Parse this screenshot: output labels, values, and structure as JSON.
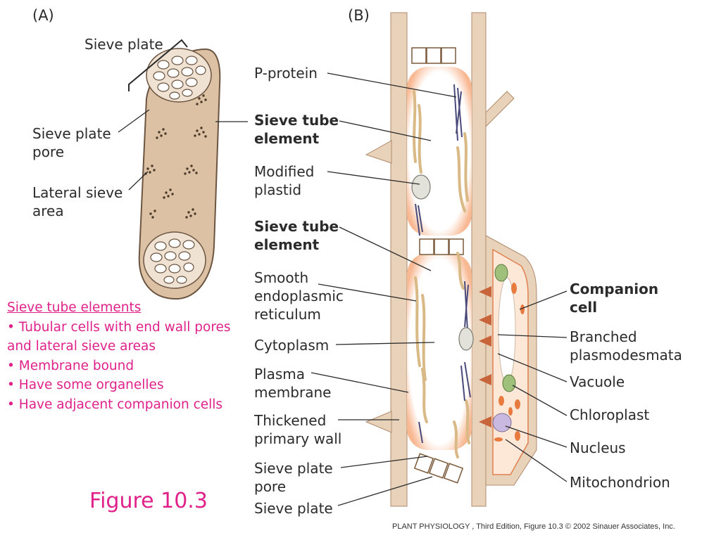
{
  "panel_a": {
    "tag": "(A)",
    "labels": {
      "sieve_plate": "Sieve plate",
      "sieve_plate_pore_1": "Sieve plate",
      "sieve_plate_pore_2": "pore",
      "lateral_sieve_area_1": "Lateral sieve",
      "lateral_sieve_area_2": "area"
    }
  },
  "panel_b": {
    "tag": "(B)",
    "left_labels": {
      "p_protein": "P-protein",
      "ste1_1": "Sieve tube",
      "ste1_2": "element",
      "plastid_1": "Modified",
      "plastid_2": "plastid",
      "ste2_1": "Sieve tube",
      "ste2_2": "element",
      "ser_1": "Smooth",
      "ser_2": "endoplasmic",
      "ser_3": "reticulum",
      "cytoplasm": "Cytoplasm",
      "plasma_1": "Plasma",
      "plasma_2": "membrane",
      "wall_1": "Thickened",
      "wall_2": "primary wall",
      "pore_1": "Sieve plate",
      "pore_2": "pore",
      "sieve_plate": "Sieve plate"
    },
    "right_labels": {
      "companion_1": "Companion",
      "companion_2": "cell",
      "branched_1": "Branched",
      "branched_2": "plasmodesmata",
      "vacuole": "Vacuole",
      "chloroplast": "Chloroplast",
      "nucleus": "Nucleus",
      "mitochondrion": "Mitochondrion"
    }
  },
  "notes": {
    "heading": "Sieve tube elements",
    "line1": "•   Tubular cells with end wall pores",
    "line1b": "and lateral sieve areas",
    "line2": "•   Membrane bound",
    "line3": "•   Have some organelles",
    "line4": "•   Have adjacent companion cells"
  },
  "figure_number": "Figure 10.3",
  "credit": "PLANT PHYSIOLOGY , Third Edition, Figure 10.3  © 2002 Sinauer Associates, Inc.",
  "colors": {
    "wall": "#e9d2ba",
    "wall_stroke": "#b08a6a",
    "orange_glow": "#f6b08a",
    "magenta_text": "#e0218a",
    "p_protein": "#4a4a7a",
    "ser": "#e8cfa0",
    "chloroplast": "#9fc07a",
    "nucleus": "#c9b8e0",
    "plasmodesmata": "#c8643a"
  }
}
